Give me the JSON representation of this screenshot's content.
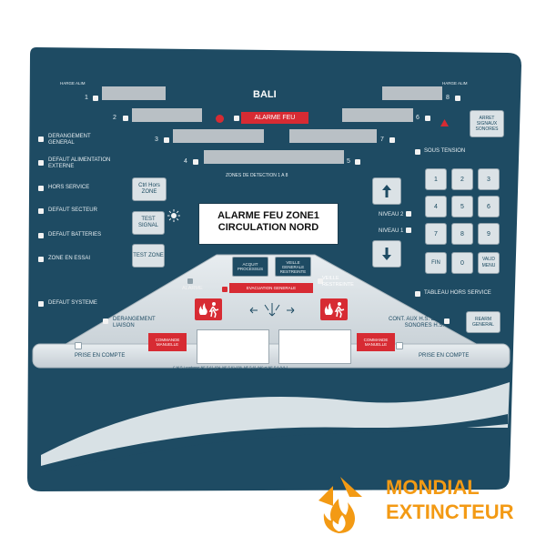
{
  "panel": {
    "title": "BALI",
    "alarm_indicator": "ALARME FEU",
    "zones_caption": "ZONES DE DETECTION 1 A 8",
    "top_left_label": "HARGE  ALIM",
    "top_right_label": "HARGE  ALIM",
    "zone_numbers": [
      "1",
      "2",
      "3",
      "4",
      "5",
      "6",
      "7",
      "8"
    ]
  },
  "status_left": [
    "DERANGEMENT GENERAL",
    "DEFAUT ALIMENTATION EXTERNE",
    "HORS SERVICE",
    "DEFAUT SECTEUR",
    "DEFAUT BATTERIES",
    "ZONE EN ESSAI",
    "DEFAUT SYSTEME"
  ],
  "buttons_left": {
    "hors_zone": "Ctrl Hors ZONE",
    "test_signal": "TEST SIGNAL",
    "test_zone": "TEST ZONE"
  },
  "display": {
    "line1": "ALARME FEU ZONE1",
    "line2": "CIRCULATION NORD"
  },
  "right_panel": {
    "arret_signaux": "ARRET SIGNAUX SONORES",
    "sous_tension": "SOUS TENSION",
    "niveau2": "NIVEAU 2",
    "niveau1": "NIVEAU 1",
    "keypad": [
      "1",
      "2",
      "3",
      "4",
      "5",
      "6",
      "7",
      "8",
      "9",
      "FIN",
      "0",
      "VALID MENU"
    ],
    "tableau_hors_service": "TABLEAU HORS SERVICE",
    "rearm_general": "REARM GENERAL"
  },
  "lower": {
    "acquit": "ACQUIT PROCESSUS",
    "veille_generale": "VEILLE GENERALE RESTREINTE",
    "evacuation_generale": "EVACUATION GENERALE",
    "alarme": "ALARME",
    "veille_restreinte": "VEILLE RESTREINTE",
    "derangement_liaison": "DERANGEMENT LIAISON",
    "cont_aux": "CONT. AUX H.S. DIFF. SONORES H.S.",
    "commande_manuelle_left": "COMMANDE MANUELLE",
    "commande_manuelle_right": "COMMANDE MANUELLE",
    "prise_en_compte_left": "PRISE EN COMPTE",
    "prise_en_compte_right": "PRISE EN COMPTE",
    "norms": "C.M.S.I conforme NF S 61-934, NF S 61-936, NF S 61-940 et NF S 6-9-9-1"
  },
  "brand": {
    "line1": "MONDIAL",
    "line2": "EXTINCTEUR"
  },
  "colors": {
    "panel_blue": "#1e4b63",
    "light_grey": "#dbe2e6",
    "alarm_red": "#d72b33",
    "brand_orange": "#f39a14"
  }
}
